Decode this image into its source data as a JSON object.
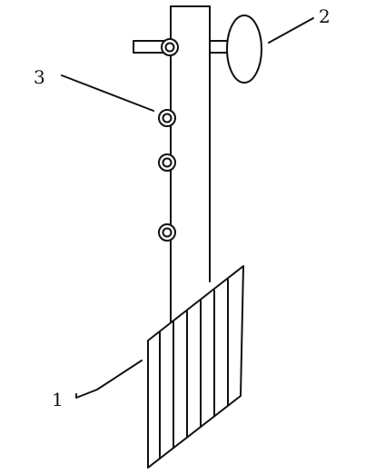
{
  "diagram": {
    "labels": {
      "pedal": "1",
      "knob": "2",
      "holes": "3"
    }
  }
}
